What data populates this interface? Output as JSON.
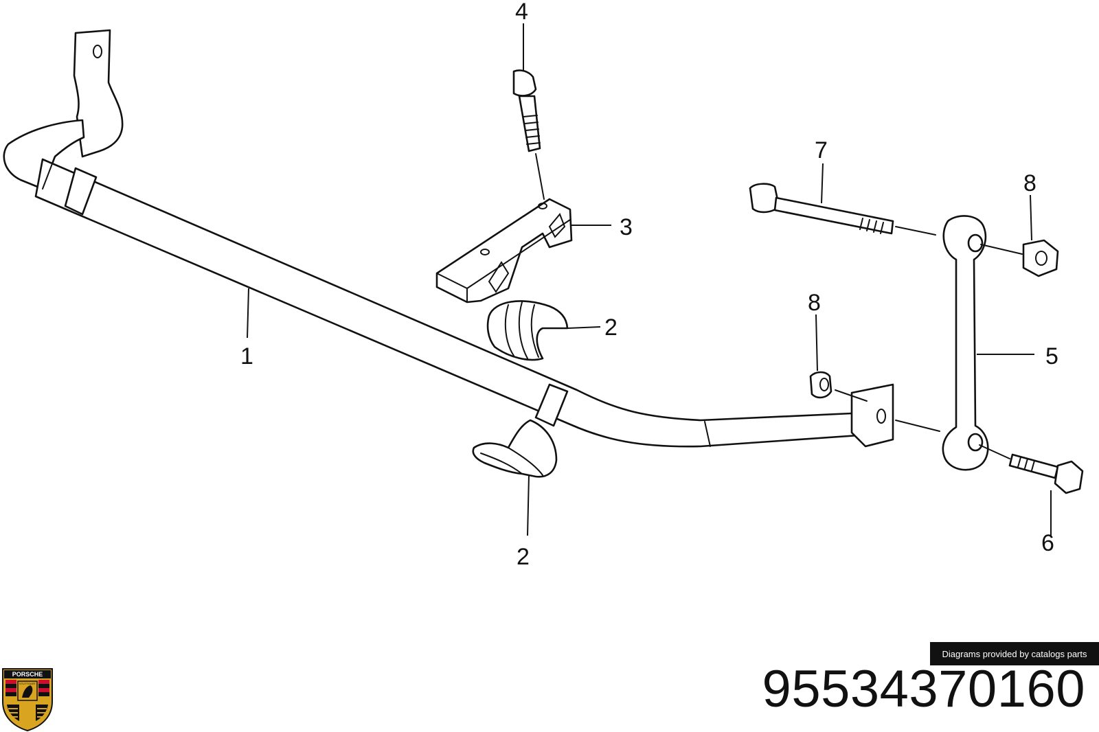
{
  "callouts": {
    "c1": "1",
    "c2a": "2",
    "c2b": "2",
    "c3": "3",
    "c4": "4",
    "c5": "5",
    "c6": "6",
    "c7": "7",
    "c8a": "8",
    "c8b": "8"
  },
  "credit": "Diagrams provided by catalogs parts",
  "part_number": "95534370160",
  "logo": {
    "wordmark": "PORSCHE",
    "subtext": "STUTTGART"
  },
  "colors": {
    "ink": "#111111",
    "logo_red": "#c8102e",
    "logo_gold": "#d9a520"
  }
}
